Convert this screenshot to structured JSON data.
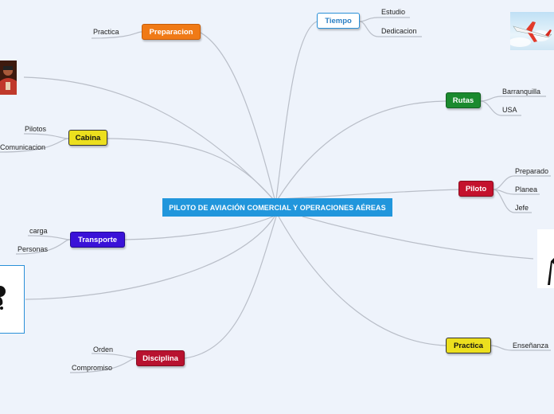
{
  "center": {
    "label": "PILOTO DE AVIACIÓN COMERCIAL Y OPERACIONES AÉREAS"
  },
  "branches": {
    "preparacion": {
      "label": "Preparacion",
      "children": [
        "Practica"
      ]
    },
    "tiempo": {
      "label": "Tiempo",
      "children": [
        "Estudio",
        "Dedicacion"
      ]
    },
    "cabina": {
      "label": "Cabina",
      "children": [
        "Pilotos",
        "Comunicacion"
      ]
    },
    "rutas": {
      "label": "Rutas",
      "children": [
        "Barranquilla",
        "USA"
      ]
    },
    "piloto": {
      "label": "Piloto",
      "children": [
        "Preparado",
        "Planea",
        "Jefe"
      ]
    },
    "transporte": {
      "label": "Transporte",
      "children": [
        "carga",
        "Personas"
      ]
    },
    "disciplina": {
      "label": "Disciplina",
      "children": [
        "Orden",
        "Compromiso"
      ]
    },
    "practica": {
      "label": "Practica",
      "children": [
        "Enseñanza"
      ]
    }
  },
  "colors": {
    "center": "#2196dc",
    "preparacion": "#f07a16",
    "tiempo": "#ffffff",
    "cabina": "#ecdf1e",
    "rutas": "#1b8a2e",
    "piloto": "#c4122d",
    "transporte": "#3a12d8",
    "disciplina": "#b8122f",
    "practica": "#ecdf1e",
    "link": "#b9bec8"
  },
  "images": [
    "airplane-photo",
    "pilot-photo",
    "silhouette-image",
    "partial-image-right"
  ]
}
